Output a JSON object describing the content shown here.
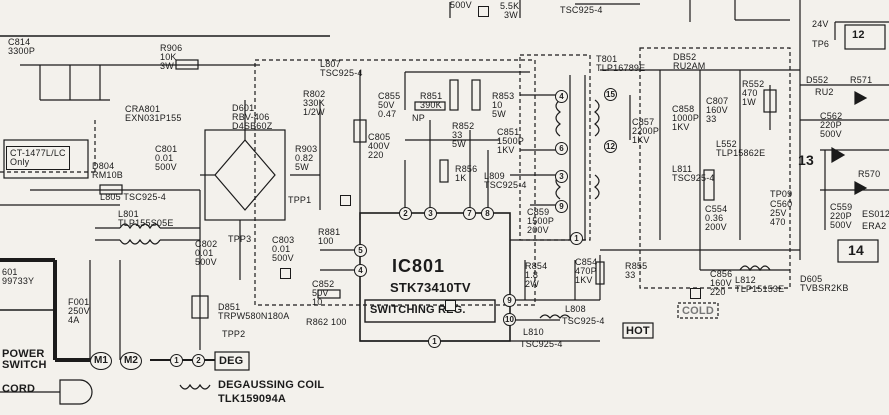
{
  "header": {
    "top_500v": "500V",
    "top_5k": "5.5K",
    "top_3w": "3W",
    "top_tsc": "TSC925-4",
    "top_24v": "24V",
    "top_12": "12",
    "top_tp": "TP6"
  },
  "components": {
    "c814": [
      "C814",
      "3300P"
    ],
    "r906": [
      "R906",
      "10K",
      "3W"
    ],
    "cra801": [
      "CRA801",
      "EXN031P155"
    ],
    "l807": [
      "L807",
      "TSC925-4"
    ],
    "d601": [
      "D601",
      "RBV-406",
      "D4SB60Z"
    ],
    "r802": [
      "R802",
      "330K",
      "1/2W"
    ],
    "c855": [
      "C855",
      "50V",
      "0.47"
    ],
    "c805": [
      "C805",
      "400V",
      "220"
    ],
    "r903": [
      "R903",
      "0.82",
      "5W"
    ],
    "r851": [
      "R851",
      "390K"
    ],
    "np": "NP",
    "r852": [
      "R852",
      "33",
      "5W"
    ],
    "r853": [
      "R853",
      "10",
      "5W"
    ],
    "c851": [
      "C851",
      "1500P",
      "1KV"
    ],
    "r856": [
      "R856",
      "1K"
    ],
    "l809": [
      "L809",
      "TSC925-4"
    ],
    "c801": [
      "C801",
      "0.01",
      "500V"
    ],
    "d804": [
      "D804",
      "RM10B"
    ],
    "l805": "L805 TSC925-4",
    "l801": [
      "L801",
      "TLP155S05E"
    ],
    "c802": [
      "C802",
      "0.01",
      "500V"
    ],
    "tpp1": "TPP1",
    "tpp3": "TPP3",
    "c803": [
      "C803",
      "0.01",
      "500V"
    ],
    "r881": [
      "R881",
      "100"
    ],
    "c852": [
      "C852",
      "50V",
      "10"
    ],
    "r862": "R862 100",
    "d851": [
      "D851",
      "TRPW580N180A"
    ],
    "tpp2": "TPP2",
    "f001": [
      "F001",
      "250V",
      "4A"
    ],
    "t801": [
      "T801",
      "TLP16789E"
    ],
    "c857": [
      "C857",
      "2200P",
      "1KV"
    ],
    "db52": [
      "DB52",
      "RU2AM"
    ],
    "c858": [
      "C858",
      "1000P",
      "1KV"
    ],
    "c807": [
      "C807",
      "160V",
      "33"
    ],
    "l552": [
      "L552",
      "TLP15862E"
    ],
    "l811": [
      "L811",
      "TSC925-4"
    ],
    "c554": [
      "C554",
      "0.36",
      "200V"
    ],
    "r552": [
      "R552",
      "470",
      "1W"
    ],
    "d552": "D552",
    "ru2": "RU2",
    "r571": "R571",
    "c562": [
      "C562",
      "220P",
      "500V"
    ],
    "c560": [
      "C560",
      "25V",
      "470"
    ],
    "c559": [
      "C559",
      "220P",
      "500V"
    ],
    "r570": "R570",
    "es012": "ES012",
    "era2": "ERA2",
    "tp09": "TP09",
    "c859": [
      "C859",
      "1500P",
      "200V"
    ],
    "r854": [
      "R854",
      "1.8",
      "2W"
    ],
    "c854": [
      "C854",
      "470P",
      "1KV"
    ],
    "r855": [
      "R855",
      "33"
    ],
    "l808": "L808",
    "l808_part": "TSC925-4",
    "l810": "L810",
    "l810_part": "TSC925-4",
    "c856": [
      "C856",
      "160V",
      "220"
    ],
    "l812": [
      "L812",
      "TLP15153E"
    ],
    "d605": [
      "D605",
      "TVBSR2KB"
    ]
  },
  "ic": {
    "ref": "IC801",
    "part": "STK73410TV",
    "function": "SWITCHING REG."
  },
  "labels": {
    "ct_note": [
      "CT-1477L/LC",
      "Only"
    ],
    "hot": "HOT",
    "cold": "COLD",
    "power_switch": [
      "POWER",
      "SWITCH"
    ],
    "cord": "CORD",
    "m1": "M1",
    "m2": "M2",
    "deg": "DEG",
    "degaussing_coil": "DEGAUSSING COIL",
    "degaussing_part": "TLK159094A",
    "left_part": [
      "601",
      "99733Y"
    ],
    "trans_13": "13",
    "trans_14": "14"
  },
  "pins": {
    "ic_top": [
      "2",
      "3",
      "7",
      "8"
    ],
    "ic_left": [
      "5",
      "4"
    ],
    "ic_right": [
      "9",
      "10"
    ],
    "ic_bottom": "1",
    "transformer": [
      "4",
      "6",
      "15",
      "12",
      "3",
      "9",
      "1"
    ],
    "plug": [
      "1",
      "2"
    ]
  }
}
